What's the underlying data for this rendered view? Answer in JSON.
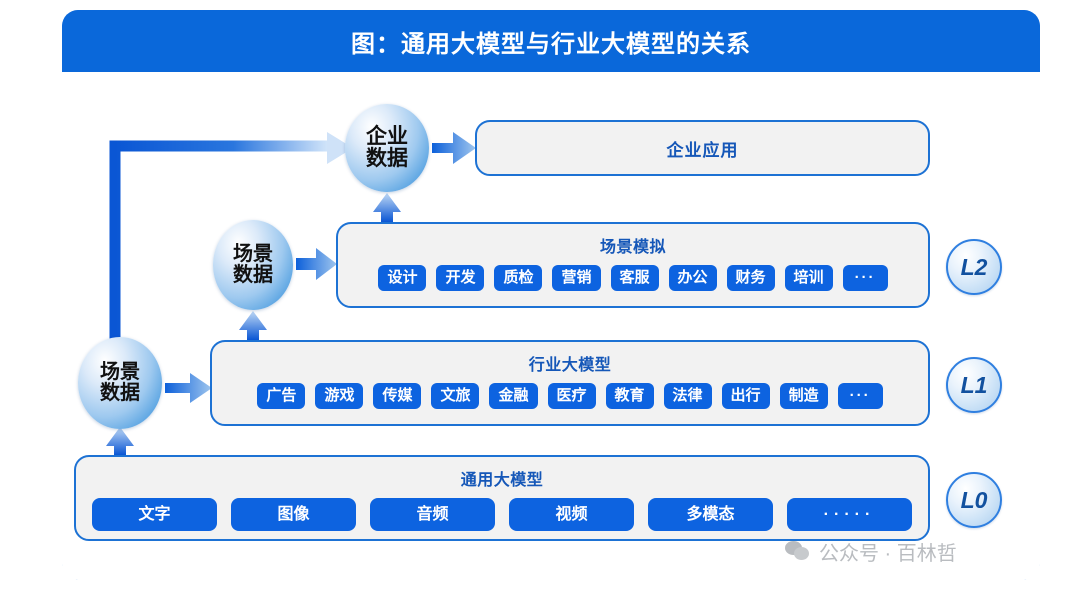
{
  "header": {
    "title": "图：通用大模型与行业大模型的关系"
  },
  "nodes": {
    "enterprise_data": {
      "line1": "企业",
      "line2": "数据",
      "name": "企业数据"
    },
    "scene_data_upper": {
      "line1": "场景",
      "line2": "数据",
      "name": "场景数据"
    },
    "scene_data_lower": {
      "line1": "场景",
      "line2": "数据",
      "name": "场景数据"
    }
  },
  "enterprise_app": {
    "label": "企业应用"
  },
  "layers": [
    {
      "badge": "L2",
      "title": "场景模拟",
      "tags": [
        "设计",
        "开发",
        "质检",
        "营销",
        "客服",
        "办公",
        "财务",
        "培训",
        "···"
      ]
    },
    {
      "badge": "L1",
      "title": "行业大模型",
      "tags": [
        "广告",
        "游戏",
        "传媒",
        "文旅",
        "金融",
        "医疗",
        "教育",
        "法律",
        "出行",
        "制造",
        "···"
      ]
    },
    {
      "badge": "L0",
      "title": "通用大模型",
      "tags": [
        "文字",
        "图像",
        "音频",
        "视频",
        "多模态",
        "·····"
      ]
    }
  ],
  "watermark": {
    "icon": "wechat-icon",
    "text": "公众号 · 百林哲"
  },
  "colors": {
    "header_blue": "#0a68da",
    "frame_border": "#2f7fe0",
    "tag_blue": "#0d63e0",
    "box_fill": "#f2f2f2",
    "box_border": "#1d72d4",
    "title_text": "#1557b8",
    "badge_text": "#12519f",
    "watermark_grey": "#b9bcc0"
  }
}
